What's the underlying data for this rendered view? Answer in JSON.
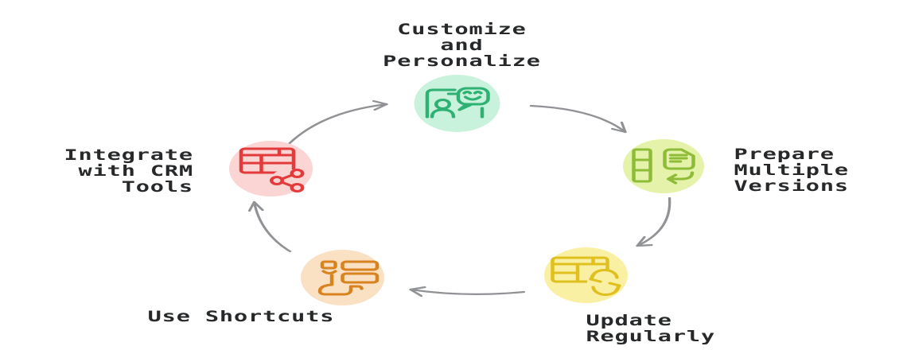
{
  "canvas": {
    "background": "#ffffff"
  },
  "text_color": "#26282a",
  "arrow_color": "#909296",
  "nodes": [
    {
      "id": "customize",
      "label": "Customize\nand\nPersonalize",
      "icon": "person-chat-icon",
      "fill": "#c8f2db",
      "icon_color": "#2eb173"
    },
    {
      "id": "versions",
      "label": "Prepare\nMultiple\nVersions",
      "icon": "document-versions-icon",
      "fill": "#e4f3a9",
      "icon_color": "#8ebc38"
    },
    {
      "id": "update",
      "label": "Update\nRegularly",
      "icon": "table-refresh-icon",
      "fill": "#faf0a4",
      "icon_color": "#e0c01e"
    },
    {
      "id": "shortcuts",
      "label": "Use Shortcuts",
      "icon": "hand-shortcut-icon",
      "fill": "#fbe1c4",
      "icon_color": "#d9831f"
    },
    {
      "id": "crm",
      "label": "Integrate\nwith CRM\nTools",
      "icon": "table-share-icon",
      "fill": "#fad5d4",
      "icon_color": "#e33b3b"
    }
  ],
  "flow": [
    "customize → versions",
    "versions → update",
    "update → shortcuts",
    "shortcuts → crm",
    "crm → customize"
  ]
}
